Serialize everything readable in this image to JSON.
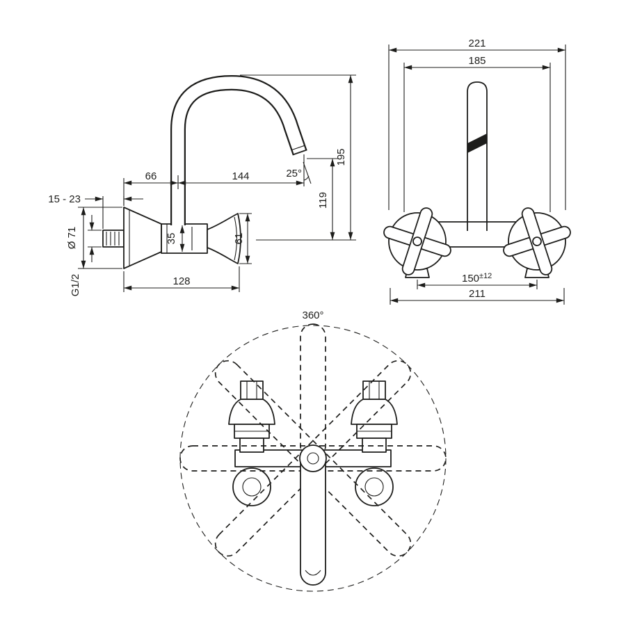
{
  "meta": {
    "line_color": "#1d1d1b",
    "background": "#ffffff",
    "drawing_type": "faucet installation dimension drawing"
  },
  "side_view": {
    "dims": {
      "wall_adjust": "15 - 23",
      "flange_diameter": "Ø 71",
      "thread": "G1/2",
      "wall_to_axis": "66",
      "reach": "144",
      "outlet_angle": "25°",
      "outlet_height": "119",
      "overall_height": "195",
      "body_diameter": "35",
      "handle_height": "61",
      "body_length": "128"
    }
  },
  "front_view": {
    "dims": {
      "top_width": "221",
      "inner_width": "185",
      "centers_base": "150",
      "centers_tol": "±12",
      "bottom_width": "211"
    }
  },
  "top_view": {
    "dims": {
      "swivel": "360°"
    }
  }
}
